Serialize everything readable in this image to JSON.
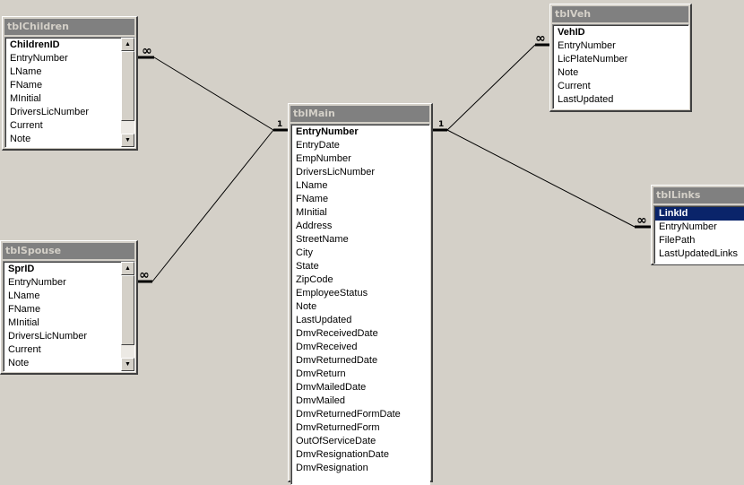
{
  "colors": {
    "workspace": "#d4d0c8",
    "title_inactive": "#808080",
    "title_text": "#d4d0c8",
    "selection": "#0a246a",
    "line": "#000000"
  },
  "tables": {
    "children": {
      "title": "tblChildren",
      "fields": [
        "ChildrenID",
        "EntryNumber",
        "LName",
        "FName",
        "MInitial",
        "DriversLicNumber",
        "Current",
        "Note"
      ]
    },
    "spouse": {
      "title": "tblSpouse",
      "fields": [
        "SprID",
        "EntryNumber",
        "LName",
        "FName",
        "MInitial",
        "DriversLicNumber",
        "Current",
        "Note"
      ]
    },
    "main": {
      "title": "tblMain",
      "fields": [
        "EntryNumber",
        "EntryDate",
        "EmpNumber",
        "DriversLicNumber",
        "LName",
        "FName",
        "MInitial",
        "Address",
        "StreetName",
        "City",
        "State",
        "ZipCode",
        "EmployeeStatus",
        "Note",
        "LastUpdated",
        "DmvReceivedDate",
        "DmvReceived",
        "DmvReturnedDate",
        "DmvReturn",
        "DmvMailedDate",
        "DmvMailed",
        "DmvReturnedFormDate",
        "DmvReturnedForm",
        "OutOfServiceDate",
        "DmvResignationDate",
        "DmvResignation"
      ]
    },
    "veh": {
      "title": "tblVeh",
      "fields": [
        "VehID",
        "EntryNumber",
        "LicPlateNumber",
        "Note",
        "Current",
        "LastUpdated"
      ]
    },
    "links": {
      "title": "tblLinks",
      "fields": [
        "LinkId",
        "EntryNumber",
        "FilePath",
        "LastUpdatedLinks"
      ]
    }
  },
  "relationships": {
    "one_label": "1",
    "many_label": "∞"
  }
}
